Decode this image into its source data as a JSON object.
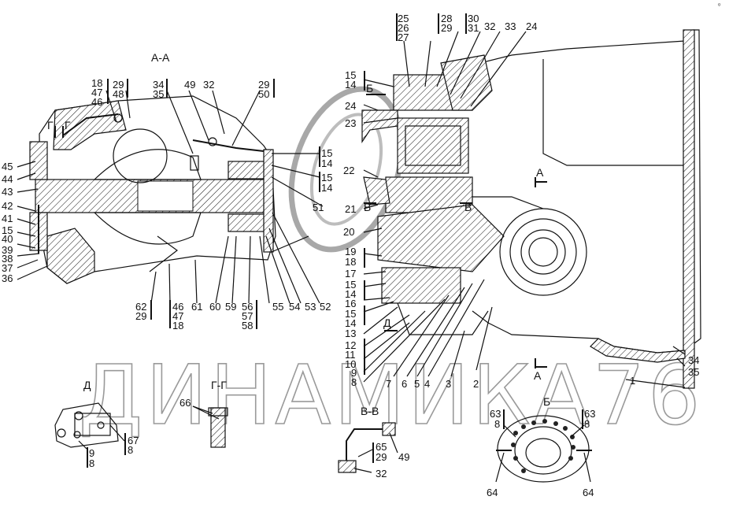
{
  "watermark": "ДИНАМИКА76",
  "corner_mark": "⁰",
  "sections": {
    "aa": "А-А",
    "gg": "Г-Г",
    "vv": "В-В",
    "d": "Д",
    "b": "Б",
    "g_left": "Г",
    "g_right": "Г",
    "b_top": "Б",
    "v_left": "В",
    "v_right": "В",
    "a_upper": "А",
    "a_lower": "А",
    "d_arrow": "Д"
  },
  "callouts": [
    {
      "id": "c25",
      "text": "25"
    },
    {
      "id": "c26",
      "text": "26"
    },
    {
      "id": "c27",
      "text": "27"
    },
    {
      "id": "c28",
      "text": "28"
    },
    {
      "id": "c29a",
      "text": "29"
    },
    {
      "id": "c30",
      "text": "30"
    },
    {
      "id": "c31",
      "text": "31"
    },
    {
      "id": "c32a",
      "text": "32"
    },
    {
      "id": "c33",
      "text": "33"
    },
    {
      "id": "c24a",
      "text": "24"
    },
    {
      "id": "c15a",
      "text": "15"
    },
    {
      "id": "c14a",
      "text": "14"
    },
    {
      "id": "c24b",
      "text": "24"
    },
    {
      "id": "c23",
      "text": "23"
    },
    {
      "id": "c22",
      "text": "22"
    },
    {
      "id": "c21",
      "text": "21"
    },
    {
      "id": "c20",
      "text": "20"
    },
    {
      "id": "c19",
      "text": "19"
    },
    {
      "id": "c18a",
      "text": "18"
    },
    {
      "id": "c17",
      "text": "17"
    },
    {
      "id": "c15b",
      "text": "15"
    },
    {
      "id": "c14b",
      "text": "14"
    },
    {
      "id": "c16",
      "text": "16"
    },
    {
      "id": "c15c",
      "text": "15"
    },
    {
      "id": "c14c",
      "text": "14"
    },
    {
      "id": "c13",
      "text": "13"
    },
    {
      "id": "c12",
      "text": "12"
    },
    {
      "id": "c11",
      "text": "11"
    },
    {
      "id": "c10",
      "text": "10"
    },
    {
      "id": "c9a",
      "text": "9"
    },
    {
      "id": "c8a",
      "text": "8"
    },
    {
      "id": "c7",
      "text": "7"
    },
    {
      "id": "c6",
      "text": "6"
    },
    {
      "id": "c5",
      "text": "5"
    },
    {
      "id": "c4",
      "text": "4"
    },
    {
      "id": "c3",
      "text": "3"
    },
    {
      "id": "c2",
      "text": "2"
    },
    {
      "id": "c1",
      "text": "1"
    },
    {
      "id": "c34",
      "text": "34"
    },
    {
      "id": "c35a",
      "text": "35"
    },
    {
      "id": "c18b",
      "text": "18"
    },
    {
      "id": "c47a",
      "text": "47"
    },
    {
      "id": "c46a",
      "text": "46"
    },
    {
      "id": "c29b",
      "text": "29"
    },
    {
      "id": "c48",
      "text": "48"
    },
    {
      "id": "c34b",
      "text": "34"
    },
    {
      "id": "c35b",
      "text": "35"
    },
    {
      "id": "c49a",
      "text": "49"
    },
    {
      "id": "c32b",
      "text": "32"
    },
    {
      "id": "c29c",
      "text": "29"
    },
    {
      "id": "c50",
      "text": "50"
    },
    {
      "id": "c15d",
      "text": "15"
    },
    {
      "id": "c14d",
      "text": "14"
    },
    {
      "id": "c15e",
      "text": "15"
    },
    {
      "id": "c14e",
      "text": "14"
    },
    {
      "id": "c51",
      "text": "51"
    },
    {
      "id": "c45",
      "text": "45"
    },
    {
      "id": "c44",
      "text": "44"
    },
    {
      "id": "c43",
      "text": "43"
    },
    {
      "id": "c42",
      "text": "42"
    },
    {
      "id": "c41",
      "text": "41"
    },
    {
      "id": "c15f",
      "text": "15"
    },
    {
      "id": "c40",
      "text": "40"
    },
    {
      "id": "c39",
      "text": "39"
    },
    {
      "id": "c38",
      "text": "38"
    },
    {
      "id": "c37",
      "text": "37"
    },
    {
      "id": "c36",
      "text": "36"
    },
    {
      "id": "c62",
      "text": "62"
    },
    {
      "id": "c29d",
      "text": "29"
    },
    {
      "id": "c46b",
      "text": "46"
    },
    {
      "id": "c47b",
      "text": "47"
    },
    {
      "id": "c18c",
      "text": "18"
    },
    {
      "id": "c61",
      "text": "61"
    },
    {
      "id": "c60",
      "text": "60"
    },
    {
      "id": "c59",
      "text": "59"
    },
    {
      "id": "c56",
      "text": "56"
    },
    {
      "id": "c57",
      "text": "57"
    },
    {
      "id": "c58",
      "text": "58"
    },
    {
      "id": "c55",
      "text": "55"
    },
    {
      "id": "c54",
      "text": "54"
    },
    {
      "id": "c53",
      "text": "53"
    },
    {
      "id": "c52",
      "text": "52"
    },
    {
      "id": "c67",
      "text": "67"
    },
    {
      "id": "c8b",
      "text": "8"
    },
    {
      "id": "c9b",
      "text": "9"
    },
    {
      "id": "c8c",
      "text": "8"
    },
    {
      "id": "c66",
      "text": "66"
    },
    {
      "id": "c65",
      "text": "65"
    },
    {
      "id": "c29e",
      "text": "29"
    },
    {
      "id": "c49b",
      "text": "49"
    },
    {
      "id": "c32c",
      "text": "32"
    },
    {
      "id": "c63a",
      "text": "63"
    },
    {
      "id": "c8d",
      "text": "8"
    },
    {
      "id": "c63b",
      "text": "63"
    },
    {
      "id": "c8e",
      "text": "8"
    },
    {
      "id": "c64a",
      "text": "64"
    },
    {
      "id": "c64b",
      "text": "64"
    }
  ]
}
